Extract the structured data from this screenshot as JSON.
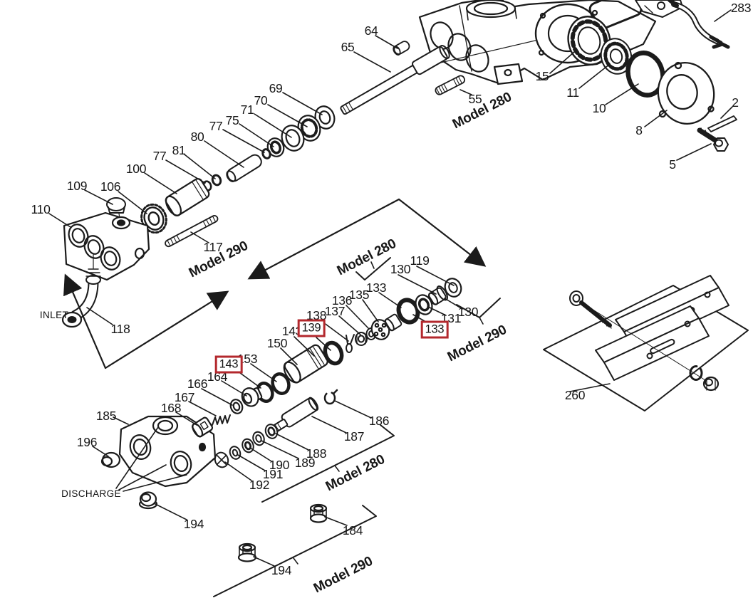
{
  "diagram": {
    "kind": "exploded-parts-diagram",
    "subject": "pump assembly parts breakdown",
    "background": "#ffffff"
  },
  "colors": {
    "line_art": "#1b1b1b",
    "highlight_box": "#b3282d",
    "label_text": "#161616"
  },
  "flow": {
    "inlet": "INLET",
    "discharge": "DISCHARGE"
  },
  "model_tags": [
    {
      "text": "Model 280"
    },
    {
      "text": "Model 290"
    },
    {
      "text": "Model 280"
    },
    {
      "text": "Model 290"
    },
    {
      "text": "Model 280"
    },
    {
      "text": "Model 290"
    }
  ],
  "highlights": [
    {
      "text": "139"
    },
    {
      "text": "133"
    },
    {
      "text": "143"
    }
  ],
  "callouts": [
    {
      "text": "283"
    },
    {
      "text": "64"
    },
    {
      "text": "65"
    },
    {
      "text": "55"
    },
    {
      "text": "15"
    },
    {
      "text": "11"
    },
    {
      "text": "10"
    },
    {
      "text": "8"
    },
    {
      "text": "2"
    },
    {
      "text": "5"
    },
    {
      "text": "69"
    },
    {
      "text": "70"
    },
    {
      "text": "71"
    },
    {
      "text": "75"
    },
    {
      "text": "77"
    },
    {
      "text": "80"
    },
    {
      "text": "81"
    },
    {
      "text": "77"
    },
    {
      "text": "100"
    },
    {
      "text": "109"
    },
    {
      "text": "106"
    },
    {
      "text": "110"
    },
    {
      "text": "117"
    },
    {
      "text": "118"
    },
    {
      "text": "119"
    },
    {
      "text": "130"
    },
    {
      "text": "133"
    },
    {
      "text": "135"
    },
    {
      "text": "136"
    },
    {
      "text": "137"
    },
    {
      "text": "138"
    },
    {
      "text": "143"
    },
    {
      "text": "150"
    },
    {
      "text": "153"
    },
    {
      "text": "131"
    },
    {
      "text": "130"
    },
    {
      "text": "164"
    },
    {
      "text": "166"
    },
    {
      "text": "167"
    },
    {
      "text": "168"
    },
    {
      "text": "185"
    },
    {
      "text": "196"
    },
    {
      "text": "194"
    },
    {
      "text": "186"
    },
    {
      "text": "187"
    },
    {
      "text": "188"
    },
    {
      "text": "189"
    },
    {
      "text": "190"
    },
    {
      "text": "191"
    },
    {
      "text": "192"
    },
    {
      "text": "184"
    },
    {
      "text": "194"
    },
    {
      "text": "260"
    }
  ]
}
